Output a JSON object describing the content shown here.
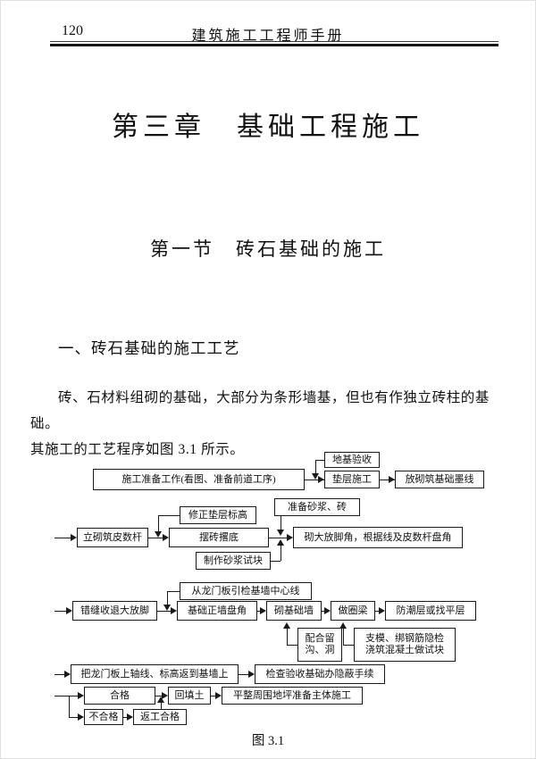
{
  "header": {
    "page_number": "120",
    "book_title": "建筑施工工程师手册"
  },
  "content": {
    "chapter_title": "第三章　基础工程施工",
    "section_title": "第一节　砖石基础的施工",
    "subsection_heading": "一、砖石基础的施工工艺",
    "paragraph_line1": "砖、石材料组砌的基础，大部分为条形墙基，但也有作独立砖柱的基础。",
    "paragraph_line2": "其施工的工艺程序如图 3.1 所示。",
    "figure_caption": "图 3.1"
  },
  "flowchart": {
    "boxes": {
      "prep": "施工准备工作(看图、准备前道工序)",
      "ground_acceptance": "地基验收",
      "cushion": "垫层施工",
      "ink_lines": "放砌筑基础墨线",
      "leveling_rod": "立砌筑皮数杆",
      "fix_elevation": "修正垫层标高",
      "lay_bricks": "摆砖撂底",
      "mortar_test": "制作砂浆试块",
      "prepare_mortar": "准备砂浆、砖",
      "footing_corner": "砌大放脚角，根据线及皮数杆盘角",
      "center_line": "从龙门板引检基墙中心线",
      "staggered_footing": "错缝收退大放脚",
      "wall_corner": "基础正墙盘角",
      "build_wall": "砌基础墙",
      "ring_beam": "做圈梁",
      "damp_proof": "防潮层或找平层",
      "trench_line1": "配合留",
      "trench_line2": "沟、洞",
      "formwork_line1": "支模、绑钢筋隐检",
      "formwork_line2": "浇筑混凝土做试块",
      "transfer_axis": "把龙门板上轴线、标高返到基墙上",
      "check_accept": "检查验收基础办隐蔽手续",
      "pass": "合格",
      "backfill": "回填土",
      "level_ground": "平整周围地坪准备主体施工",
      "fail": "不合格",
      "rework": "返工合格"
    }
  }
}
